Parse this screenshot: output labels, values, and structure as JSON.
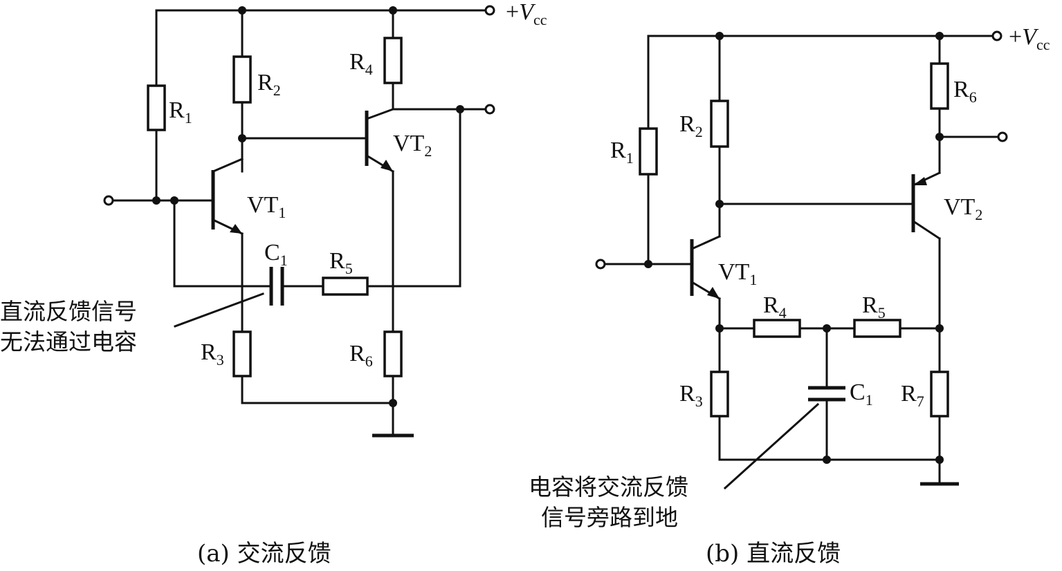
{
  "circuit_a": {
    "supply": {
      "sign": "+",
      "symbol": "V",
      "sub": "cc"
    },
    "resistors": [
      {
        "id": "R1",
        "main": "R",
        "sub": "1"
      },
      {
        "id": "R2",
        "main": "R",
        "sub": "2"
      },
      {
        "id": "R3",
        "main": "R",
        "sub": "3"
      },
      {
        "id": "R4",
        "main": "R",
        "sub": "4"
      },
      {
        "id": "R5",
        "main": "R",
        "sub": "5"
      },
      {
        "id": "R6",
        "main": "R",
        "sub": "6"
      }
    ],
    "capacitor": {
      "main": "C",
      "sub": "1"
    },
    "transistors": [
      {
        "id": "VT1",
        "main": "VT",
        "sub": "1"
      },
      {
        "id": "VT2",
        "main": "VT",
        "sub": "2"
      }
    ],
    "annotation": [
      "直流反馈信号",
      "无法通过电容"
    ],
    "caption": "(a) 交流反馈"
  },
  "circuit_b": {
    "supply": {
      "sign": "+",
      "symbol": "V",
      "sub": "cc"
    },
    "resistors": [
      {
        "id": "R1",
        "main": "R",
        "sub": "1"
      },
      {
        "id": "R2",
        "main": "R",
        "sub": "2"
      },
      {
        "id": "R3",
        "main": "R",
        "sub": "3"
      },
      {
        "id": "R4",
        "main": "R",
        "sub": "4"
      },
      {
        "id": "R5",
        "main": "R",
        "sub": "5"
      },
      {
        "id": "R6",
        "main": "R",
        "sub": "6"
      },
      {
        "id": "R7",
        "main": "R",
        "sub": "7"
      }
    ],
    "capacitor": {
      "main": "C",
      "sub": "1"
    },
    "transistors": [
      {
        "id": "VT1",
        "main": "VT",
        "sub": "1"
      },
      {
        "id": "VT2",
        "main": "VT",
        "sub": "2"
      }
    ],
    "annotation": [
      "电容将交流反馈",
      "信号旁路到地"
    ],
    "caption": "(b) 直流反馈"
  }
}
